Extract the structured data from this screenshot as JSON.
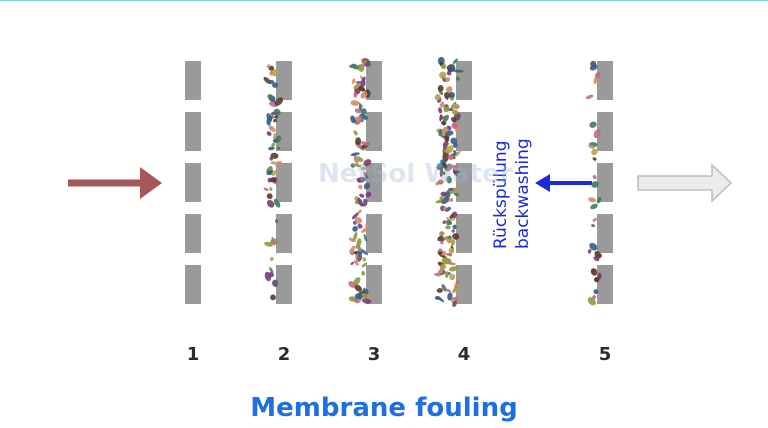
{
  "title": "Membrane fouling",
  "stages": [
    "1",
    "2",
    "3",
    "4",
    "5"
  ],
  "backwash_label_de": "Rückspülung",
  "backwash_label_en": "backwashing",
  "watermark": "NetSol Water",
  "colors": {
    "membrane": "#9a9a9a",
    "inflow_arrow": "#a65757",
    "backwash_arrow": "#1a2bd6",
    "outflow_arrow": "#e4e4e4",
    "title": "#1e6fe0",
    "particles": [
      "#7a3b7a",
      "#c46a8a",
      "#3d7a5e",
      "#b9a24a",
      "#5b3a2a",
      "#d48a6a",
      "#2e5f8a",
      "#8a9a3a"
    ]
  },
  "fouling_level": [
    0,
    0.35,
    0.65,
    1.0,
    0.2
  ]
}
